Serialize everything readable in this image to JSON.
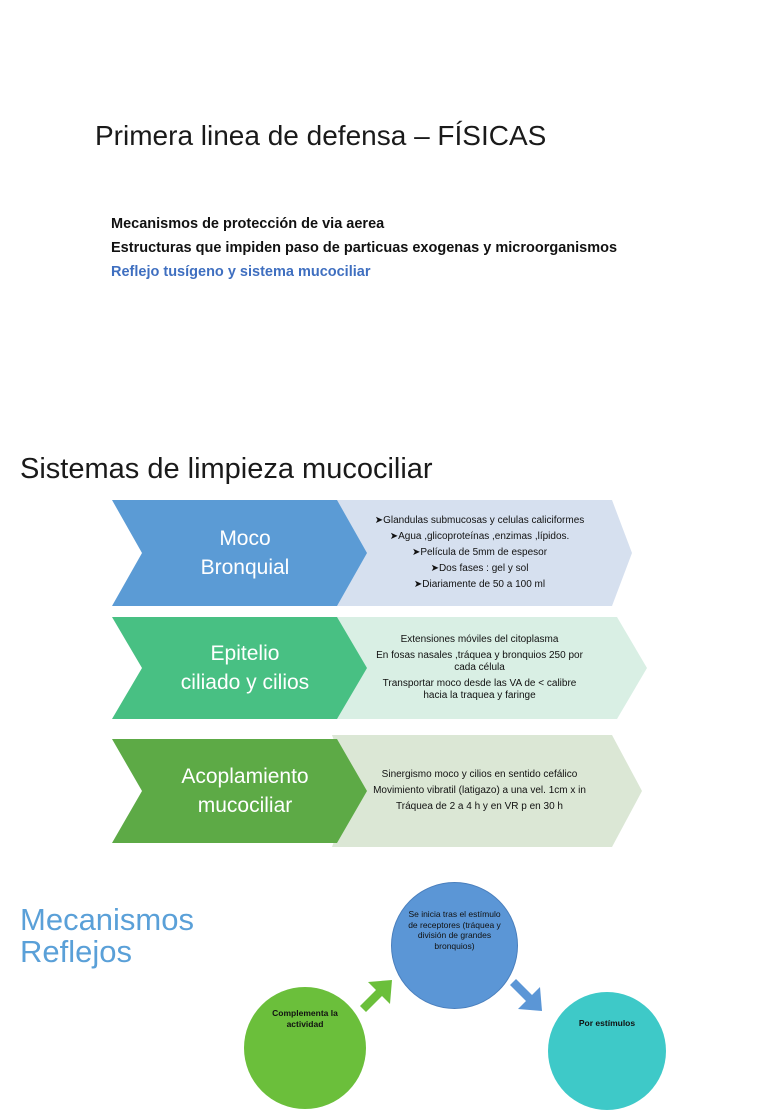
{
  "slide1": {
    "title": "Primera linea de defensa – FÍSICAS",
    "lines": [
      "Mecanismos de protección de via aerea",
      "Estructuras que impiden paso de particuas exogenas y microorganismos",
      "Reflejo tusígeno y sistema mucociliar"
    ],
    "accent_color": "#3f6fc0"
  },
  "slide2": {
    "title": "Sistemas de limpieza mucociliar",
    "rows": [
      {
        "label": "Moco\nBronquial",
        "color": "#5b9bd5",
        "details_color": "#d6e0ef",
        "details": [
          "➤Glandulas submucosas y celulas caliciformes",
          "➤Agua ,glicoproteínas ,enzimas ,lípidos.",
          "➤Película de 5mm de espesor",
          "➤Dos fases : gel y sol",
          "➤Diariamente de 50 a 100 ml"
        ]
      },
      {
        "label": "Epitelio\nciliado y cilios",
        "color": "#48c083",
        "details_color": "#d9efe4",
        "details": [
          "Extensiones móviles del citoplasma",
          "En fosas nasales ,tráquea y bronquios 250 por cada célula",
          "Transportar moco desde las VA de < calibre hacia la traquea y faringe"
        ]
      },
      {
        "label": "Acoplamiento\nmucociliar",
        "color": "#5daa46",
        "details_color": "#dbe7d5",
        "details": [
          "Sinergismo moco y cilios en sentido cefálico",
          "Movimiento vibratil (latigazo) a una vel. 1cm x in",
          "Tráquea de 2 a 4 h y en VR p en 30 h"
        ]
      }
    ]
  },
  "slide3": {
    "title_line1": "Mecanismos",
    "title_line2": "Reflejos",
    "circle_top": "Se inicia tras el estímulo de receptores (tráquea y división de grandes bronquios)",
    "circle_left": "Complementa la actividad",
    "circle_right": "Por estímulos"
  }
}
